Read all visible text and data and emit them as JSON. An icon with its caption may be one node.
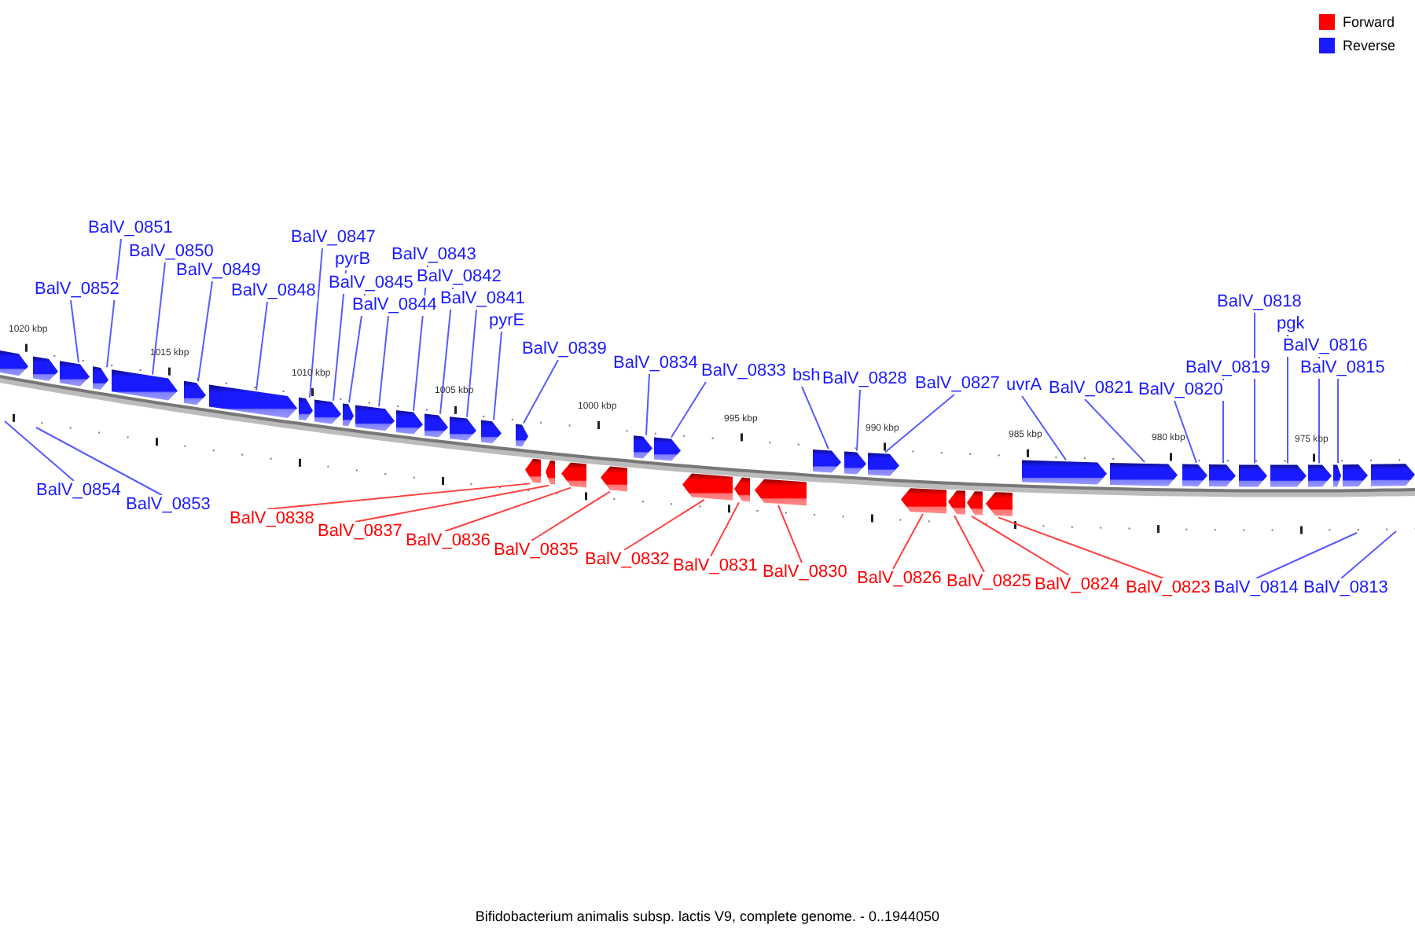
{
  "diagram": {
    "caption": "Bifidobacterium animalis subsp. lactis V9, complete genome. - 0..1944050",
    "nodes": [
      {
        "text": [
          "BalV_0851"
        ]
      },
      {
        "text": [
          "BalV_0850"
        ]
      },
      {
        "text": [
          "BalV_0849"
        ]
      },
      {
        "text": [
          "BalV_0852"
        ]
      },
      {
        "text": [
          "BalV_0848"
        ]
      },
      {
        "text": [
          "BalV_0847"
        ]
      },
      {
        "text": [
          "pyrB"
        ]
      },
      {
        "text": [
          "BalV_0845"
        ]
      },
      {
        "text": [
          "BalV_0844"
        ]
      },
      {
        "text": [
          "BalV_0843"
        ]
      },
      {
        "text": [
          "BalV_0842"
        ]
      },
      {
        "text": [
          "BalV_0841"
        ]
      },
      {
        "text": [
          "pyrE"
        ]
      },
      {
        "text": [
          "BalV_0839"
        ]
      },
      {
        "text": [
          "BalV_0834"
        ]
      },
      {
        "text": [
          "BalV_0833"
        ]
      },
      {
        "text": [
          "bsh"
        ]
      },
      {
        "text": [
          "BalV_0828"
        ]
      },
      {
        "text": [
          "BalV_0827"
        ]
      },
      {
        "text": [
          "uvrA"
        ]
      },
      {
        "text": [
          "BalV_0821"
        ]
      },
      {
        "text": [
          "BalV_0820"
        ]
      },
      {
        "text": [
          "BalV_0819"
        ]
      },
      {
        "text": [
          "BalV_0818"
        ]
      },
      {
        "text": [
          "pgk"
        ]
      },
      {
        "text": [
          "BalV_0816"
        ]
      },
      {
        "text": [
          "BalV_0815"
        ]
      },
      {
        "text": [
          "BalV_0854"
        ]
      },
      {
        "text": [
          "BalV_0853"
        ]
      },
      {
        "text": [
          "BalV_0838"
        ]
      },
      {
        "text": [
          "BalV_0837"
        ]
      },
      {
        "text": [
          "BalV_0836"
        ]
      },
      {
        "text": [
          "BalV_0835"
        ]
      },
      {
        "text": [
          "BalV_0832"
        ]
      },
      {
        "text": [
          "BalV_0831"
        ]
      },
      {
        "text": [
          "BalV_0830"
        ]
      },
      {
        "text": [
          "BalV_0826"
        ]
      },
      {
        "text": [
          "BalV_0825"
        ]
      },
      {
        "text": [
          "BalV_0824"
        ]
      },
      {
        "text": [
          "BalV_0823"
        ]
      },
      {
        "text": [
          "BalV_0814"
        ]
      },
      {
        "text": [
          "BalV_0813"
        ]
      },
      {
        "text": [],
        "shape": "pentagon"
      },
      {
        "text": [],
        "shape": "pentagon"
      },
      {
        "text": [],
        "shape": "pentagon"
      },
      {
        "text": [],
        "shape": "pentagon"
      },
      {
        "text": [],
        "shape": "pentagon"
      },
      {
        "text": [],
        "shape": "pentagon"
      },
      {
        "text": [],
        "shape": "pentagon"
      },
      {
        "text": [],
        "shape": "pentagon"
      },
      {
        "text": [],
        "shape": "pentagon"
      },
      {
        "text": [],
        "shape": "pentagon"
      },
      {
        "text": [],
        "shape": "pentagon"
      },
      {
        "text": [],
        "shape": "pentagon"
      },
      {
        "text": [],
        "shape": "pentagon"
      },
      {
        "text": [],
        "shape": "pentagon"
      },
      {
        "text": [],
        "shape": "pentagon"
      },
      {
        "text": [],
        "shape": "pentagon"
      },
      {
        "text": [],
        "shape": "pentagon"
      },
      {
        "text": [],
        "shape": "pentagon"
      },
      {
        "text": [],
        "shape": "pentagon"
      },
      {
        "text": [],
        "shape": "pentagon"
      },
      {
        "text": [],
        "shape": "pentagon"
      },
      {
        "text": [],
        "shape": "pentagon"
      },
      {
        "text": [],
        "shape": "pentagon"
      },
      {
        "text": [],
        "shape": "pentagon"
      },
      {
        "text": [],
        "shape": "pentagon"
      },
      {
        "text": [],
        "shape": "pentagon"
      },
      {
        "text": [],
        "shape": "pentagon"
      },
      {
        "text": [],
        "shape": "pentagon"
      },
      {
        "text": [],
        "shape": "pentagon"
      },
      {
        "text": [],
        "shape": "pentagon"
      },
      {
        "text": [],
        "shape": "pentagon"
      },
      {
        "text": [],
        "shape": "pentagon"
      },
      {
        "text": [],
        "shape": "pentagon"
      },
      {
        "text": [],
        "shape": "pentagon"
      },
      {
        "text": [],
        "shape": "pentagon"
      },
      {
        "text": [],
        "shape": "pentagon"
      },
      {
        "text": [],
        "shape": "pentagon"
      },
      {
        "text": [],
        "shape": "pentagon"
      },
      {
        "text": [],
        "shape": "pentagon"
      },
      {
        "text": [],
        "shape": "pentagon"
      },
      {
        "text": [],
        "shape": "pentagon"
      },
      {
        "text": [],
        "shape": "pentagon"
      }
    ],
    "edges": [
      {
        "from": 0,
        "to": 45,
        "arrow": "none"
      },
      {
        "from": 1,
        "to": 46,
        "arrow": "none"
      },
      {
        "from": 2,
        "to": 47,
        "arrow": "none"
      },
      {
        "from": 3,
        "to": 44,
        "arrow": "none"
      },
      {
        "from": 4,
        "to": 48,
        "arrow": "none"
      },
      {
        "from": 5,
        "to": 49,
        "arrow": "none"
      },
      {
        "from": 6,
        "to": 50,
        "arrow": "none"
      },
      {
        "from": 7,
        "to": 51,
        "arrow": "none"
      },
      {
        "from": 8,
        "to": 52,
        "arrow": "none"
      },
      {
        "from": 9,
        "to": 53,
        "arrow": "none"
      },
      {
        "from": 10,
        "to": 54,
        "arrow": "none"
      },
      {
        "from": 11,
        "to": 55,
        "arrow": "none"
      },
      {
        "from": 12,
        "to": 56,
        "arrow": "none"
      },
      {
        "from": 13,
        "to": 57,
        "arrow": "none"
      },
      {
        "from": 14,
        "to": 62,
        "arrow": "none"
      },
      {
        "from": 15,
        "to": 63,
        "arrow": "none"
      },
      {
        "from": 16,
        "to": 67,
        "arrow": "none"
      },
      {
        "from": 17,
        "to": 68,
        "arrow": "none"
      },
      {
        "from": 18,
        "to": 69,
        "arrow": "none"
      },
      {
        "from": 19,
        "to": 74,
        "arrow": "none"
      },
      {
        "from": 20,
        "to": 75,
        "arrow": "none"
      },
      {
        "from": 21,
        "to": 76,
        "arrow": "none"
      },
      {
        "from": 22,
        "to": 77,
        "arrow": "none"
      },
      {
        "from": 23,
        "to": 78,
        "arrow": "none"
      },
      {
        "from": 24,
        "to": 79,
        "arrow": "none"
      },
      {
        "from": 25,
        "to": 80,
        "arrow": "none"
      },
      {
        "from": 26,
        "to": 81,
        "arrow": "none"
      },
      {
        "from": 27,
        "to": null,
        "arrow": "none"
      },
      {
        "from": 28,
        "to": null,
        "arrow": "none"
      },
      {
        "from": 29,
        "to": 58,
        "arrow": "none",
        "color": "#ff4040"
      },
      {
        "from": 30,
        "to": 59,
        "arrow": "none",
        "color": "#ff4040"
      },
      {
        "from": 31,
        "to": 60,
        "arrow": "none",
        "color": "#ff4040"
      },
      {
        "from": 32,
        "to": 61,
        "arrow": "none",
        "color": "#ff4040"
      },
      {
        "from": 33,
        "to": 64,
        "arrow": "none",
        "color": "#ff4040"
      },
      {
        "from": 34,
        "to": 65,
        "arrow": "none",
        "color": "#ff4040"
      },
      {
        "from": 35,
        "to": 66,
        "arrow": "none",
        "color": "#ff4040"
      },
      {
        "from": 36,
        "to": 70,
        "arrow": "none",
        "color": "#ff4040"
      },
      {
        "from": 37,
        "to": 71,
        "arrow": "none",
        "color": "#ff4040"
      },
      {
        "from": 38,
        "to": 72,
        "arrow": "none",
        "color": "#ff4040"
      },
      {
        "from": 39,
        "to": 73,
        "arrow": "none",
        "color": "#ff4040"
      },
      {
        "from": 40,
        "to": null,
        "arrow": "none"
      },
      {
        "from": 41,
        "to": null,
        "arrow": "none"
      }
    ],
    "labels": [
      "1020 kbp",
      "1015 kbp",
      "1010 kbp",
      "1005 kbp",
      "1000 kbp",
      "995 kbp",
      "990 kbp",
      "985 kbp",
      "980 kbp",
      "975 kbp"
    ],
    "legend": [
      {
        "text": "Forward",
        "color": "#ff0000"
      },
      {
        "text": "Reverse",
        "color": "#1a1aff"
      }
    ]
  }
}
